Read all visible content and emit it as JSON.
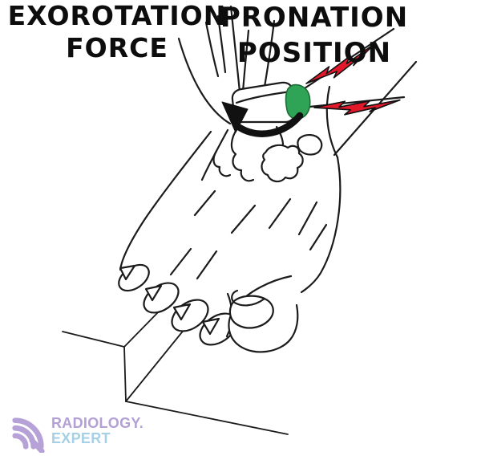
{
  "diagram": {
    "subject": "pronation-exorotation ankle injury mechanism line drawing of a foot on a table edge",
    "labels": {
      "force": {
        "line1": "EXOROTATION",
        "line2": "FORCE"
      },
      "position": {
        "line1": "PRONATION",
        "line2": "POSITION"
      }
    },
    "icons": {
      "lightning_upper": "lightning-bolt",
      "lightning_lower": "lightning-bolt",
      "rotation_arrow": "curved-exorotation-arrow",
      "injury_marker": "green-syndesmosis-marker"
    },
    "colors": {
      "line": "#1b1b1b",
      "lightning_red": "#e2182b",
      "injury_green": "#2fa456",
      "injury_green_outline": "#1d6b36",
      "arrow_black": "#111111",
      "logo_purple": "#b7a2d8",
      "logo_blue": "#a6d0e6"
    }
  },
  "logo": {
    "line1": "RADIOLOGY.",
    "line2": "EXPERT"
  }
}
